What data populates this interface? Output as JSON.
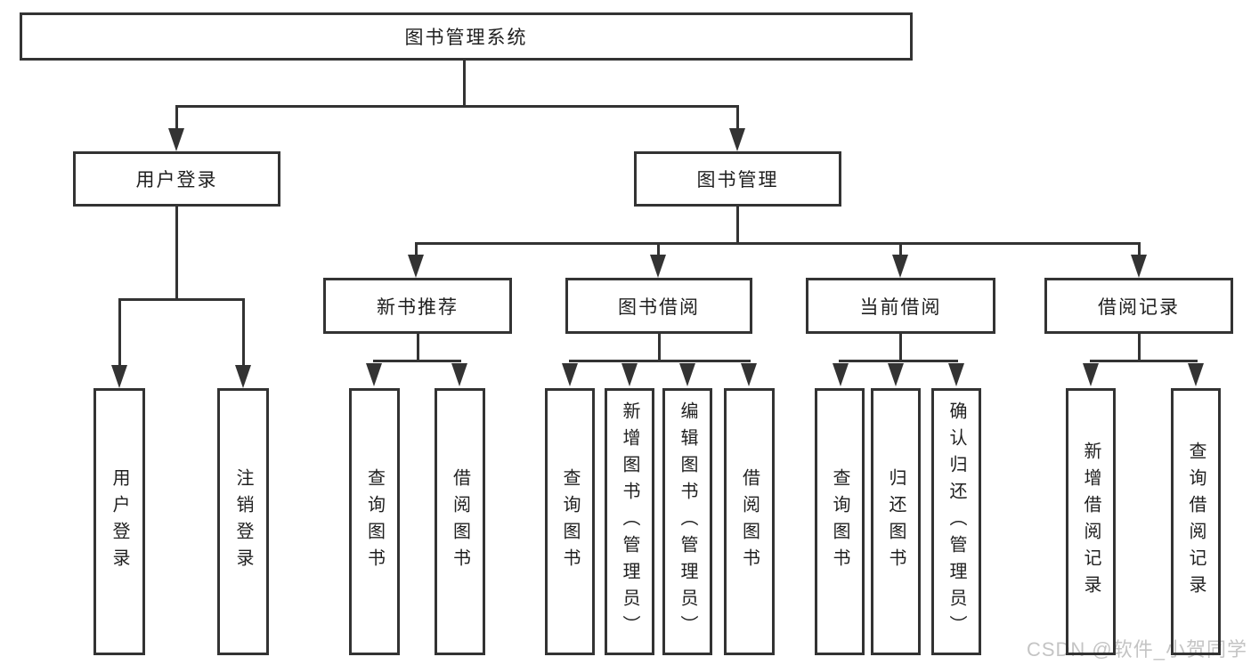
{
  "diagram": {
    "type": "hierarchy-tree",
    "title": "图书管理系统",
    "level2": [
      {
        "label": "用户登录"
      },
      {
        "label": "图书管理"
      }
    ],
    "level3": [
      {
        "label": "新书推荐",
        "parent": "图书管理"
      },
      {
        "label": "图书借阅",
        "parent": "图书管理"
      },
      {
        "label": "当前借阅",
        "parent": "图书管理"
      },
      {
        "label": "借阅记录",
        "parent": "图书管理"
      }
    ],
    "leaves": [
      {
        "label": "用户登录",
        "parent": "用户登录"
      },
      {
        "label": "注销登录",
        "parent": "用户登录"
      },
      {
        "label": "查询图书",
        "parent": "新书推荐"
      },
      {
        "label": "借阅图书",
        "parent": "新书推荐"
      },
      {
        "label": "查询图书",
        "parent": "图书借阅"
      },
      {
        "label": "新增图书（管理员）",
        "parent": "图书借阅"
      },
      {
        "label": "编辑图书（管理员）",
        "parent": "图书借阅"
      },
      {
        "label": "借阅图书",
        "parent": "图书借阅"
      },
      {
        "label": "查询图书",
        "parent": "当前借阅"
      },
      {
        "label": "归还图书",
        "parent": "当前借阅"
      },
      {
        "label": "确认归还（管理员）",
        "parent": "当前借阅"
      },
      {
        "label": "新增借阅记录",
        "parent": "借阅记录"
      },
      {
        "label": "查询借阅记录",
        "parent": "借阅记录"
      }
    ]
  },
  "watermark": {
    "text": "CSDN @软件_小贺同学",
    "color": "#c4c4c4"
  },
  "colors": {
    "line": "#333333",
    "border": "#333333",
    "text": "#1f1f1f",
    "background": "#ffffff"
  }
}
